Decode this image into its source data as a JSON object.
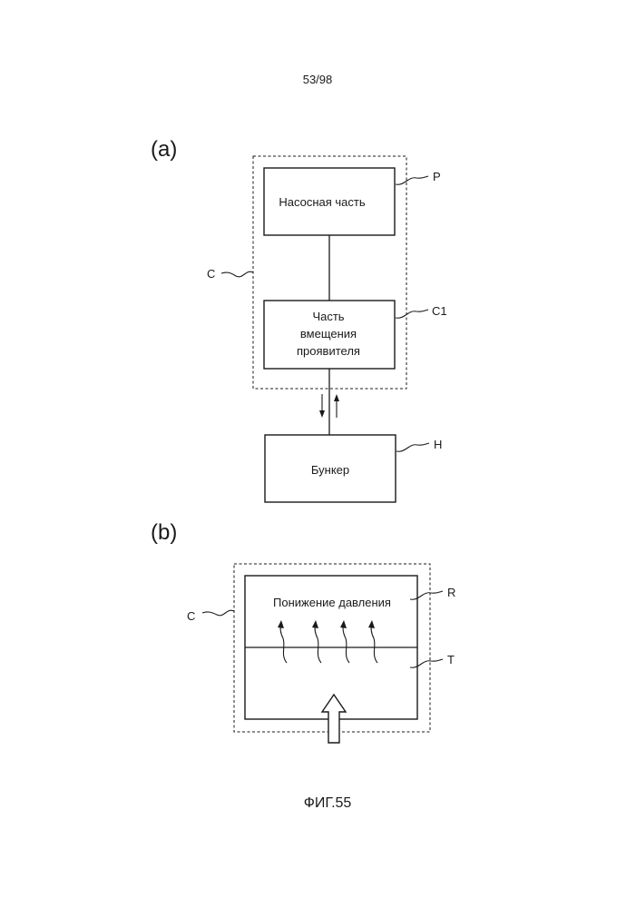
{
  "page_number": "53/98",
  "panel_a": {
    "label": "(a)",
    "container_ref": "C",
    "pump_box": {
      "text": "Насосная часть",
      "ref": "P"
    },
    "developer_box": {
      "lines": [
        "Часть",
        "вмещения",
        "проявителя"
      ],
      "ref": "C1"
    },
    "hopper_box": {
      "text": "Бункер",
      "ref": "H"
    }
  },
  "panel_b": {
    "label": "(b)",
    "container_ref": "C",
    "upper_region": {
      "text": "Понижение давления",
      "ref": "R"
    },
    "lower_region": {
      "ref": "T"
    }
  },
  "figure_caption": "ФИГ.55"
}
